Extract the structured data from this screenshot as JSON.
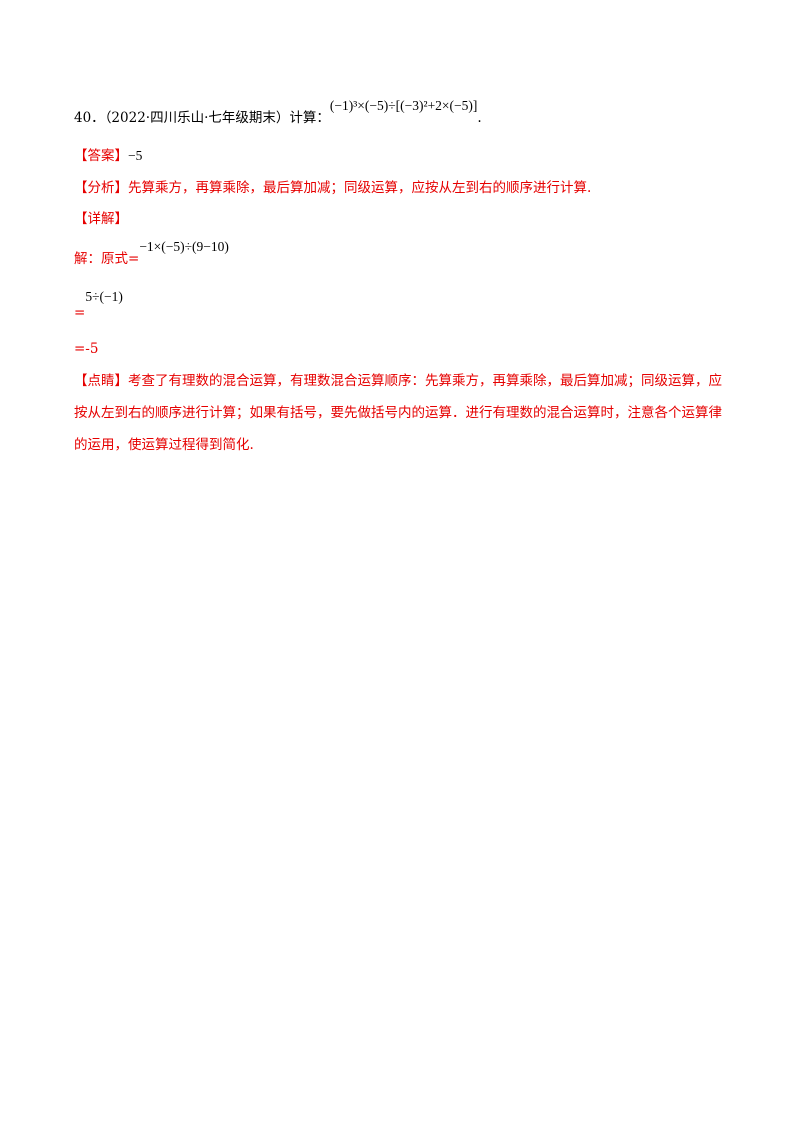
{
  "question": {
    "number": "40．",
    "source": "（2022·四川乐山·七年级期末）计算：",
    "expression": "(−1)³×(−5)÷[(−3)²+2×(−5)]",
    "end": "."
  },
  "answer": {
    "label": "【答案】",
    "value": "−5"
  },
  "analysis": {
    "label": "【分析】",
    "text": "先算乘方，再算乘除，最后算加减；同级运算，应按从左到右的顺序进行计算."
  },
  "detail": {
    "label": "【详解】"
  },
  "solution": {
    "step1_prefix": "解：原式=",
    "step1_expr": "−1×(−5)÷(9−10)",
    "step2_prefix": "=",
    "step2_expr": "5÷(−1)",
    "step3": "=-5"
  },
  "comment": {
    "label": "【点睛】",
    "text": "考查了有理数的混合运算，有理数混合运算顺序：先算乘方，再算乘除，最后算加减；同级运算，应按从左到右的顺序进行计算；如果有括号，要先做括号内的运算．进行有理数的混合运算时，注意各个运算律的运用，使运算过程得到简化."
  }
}
